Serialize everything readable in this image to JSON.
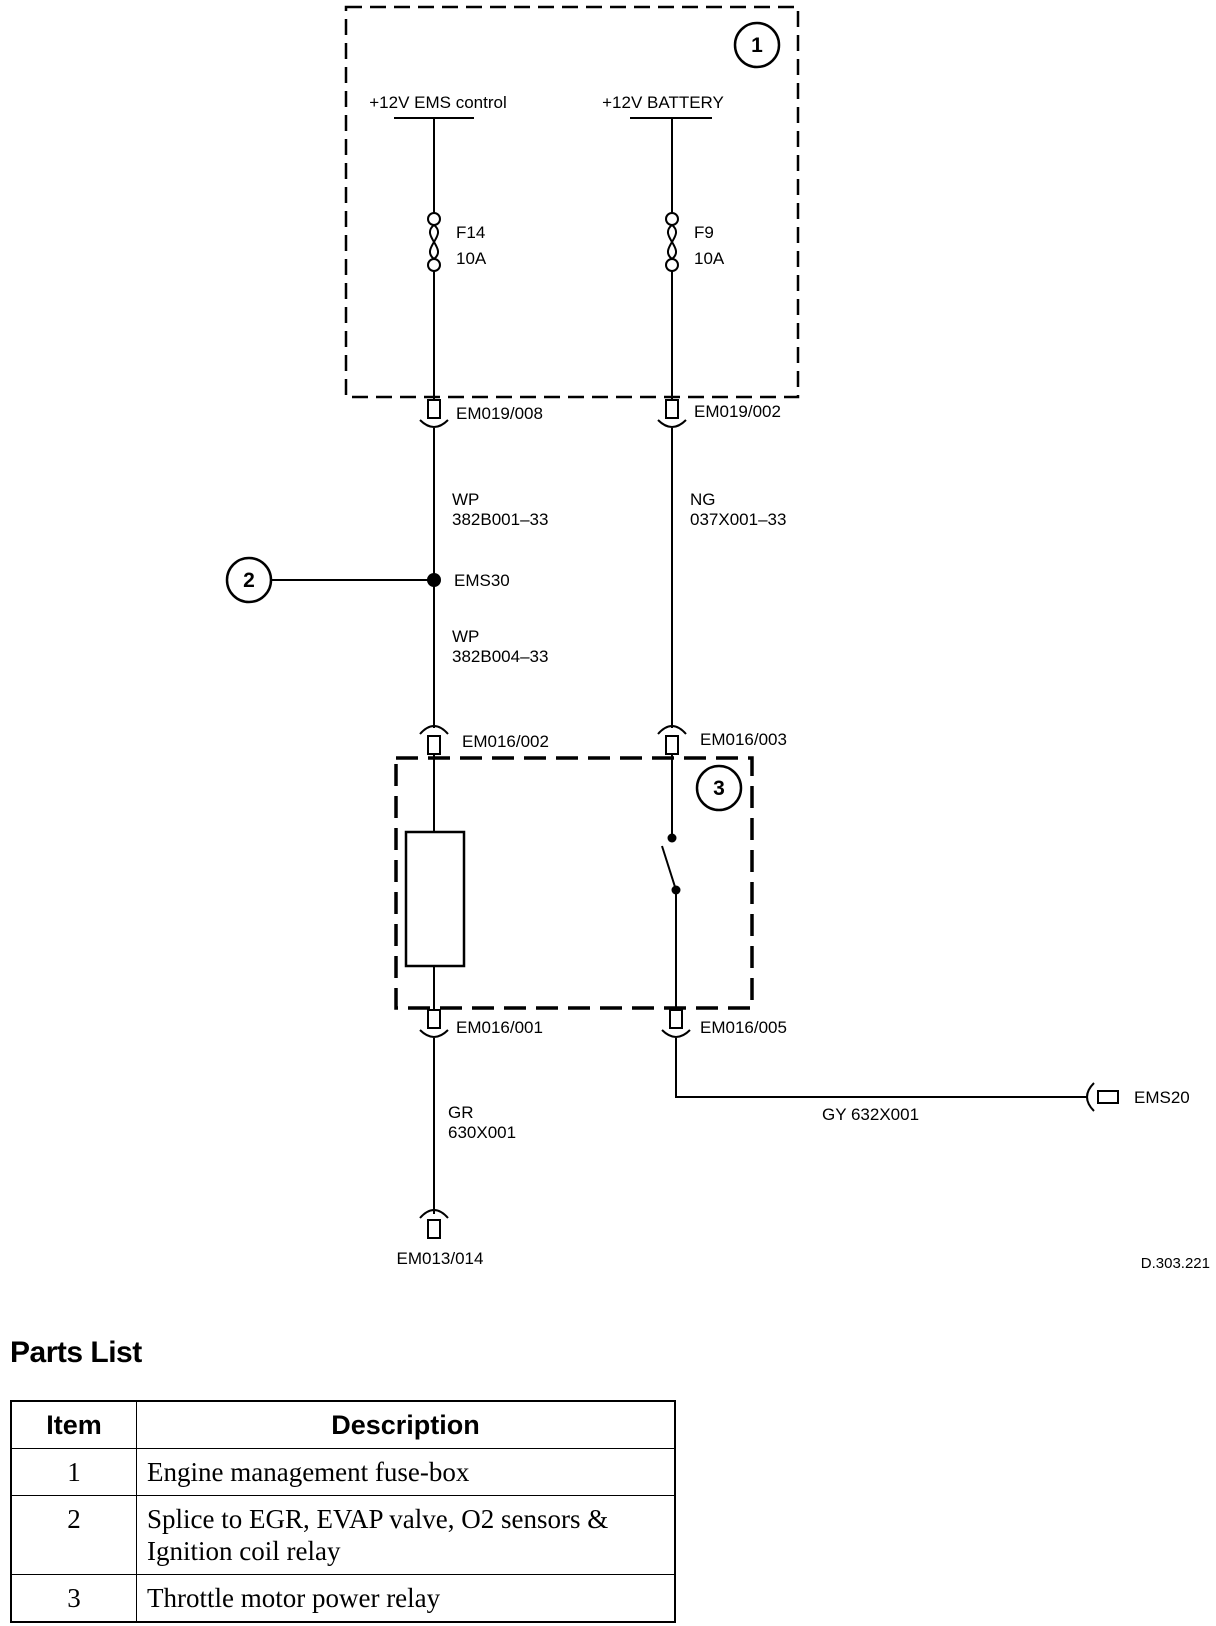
{
  "diagram": {
    "supplies": {
      "ems_control": "+12V EMS control",
      "battery": "+12V BATTERY"
    },
    "fuses": [
      {
        "name": "F14",
        "rating": "10A"
      },
      {
        "name": "F9",
        "rating": "10A"
      }
    ],
    "connectors": {
      "em019_008": "EM019/008",
      "em019_002": "EM019/002",
      "em016_002": "EM016/002",
      "em016_003": "EM016/003",
      "em016_001": "EM016/001",
      "em016_005": "EM016/005",
      "em013_014": "EM013/014",
      "ems20": "EMS20"
    },
    "wires": {
      "w1_color": "WP",
      "w1_code": "382B001–33",
      "w2_color": "NG",
      "w2_code": "037X001–33",
      "w3_color": "WP",
      "w3_code": "382B004–33",
      "w4_color": "GR",
      "w4_code": "630X001",
      "w5": "GY 632X001"
    },
    "splice": "EMS30",
    "callouts": [
      "1",
      "2",
      "3"
    ],
    "reference": "D.303.221"
  },
  "parts_list": {
    "title": "Parts List",
    "headers": [
      "Item",
      "Description"
    ],
    "rows": [
      {
        "item": "1",
        "description": "Engine management fuse-box"
      },
      {
        "item": "2",
        "description": "Splice to EGR, EVAP valve, O2 sensors & Ignition coil relay"
      },
      {
        "item": "3",
        "description": "Throttle motor power relay"
      }
    ]
  }
}
